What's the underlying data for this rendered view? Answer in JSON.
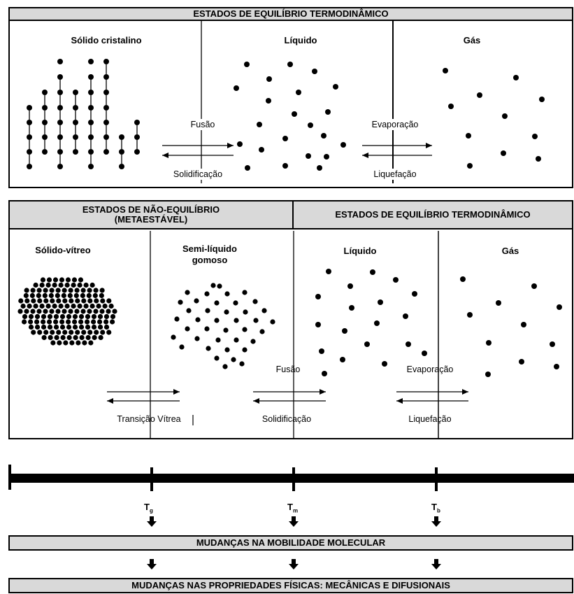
{
  "panel1": {
    "header": "ESTADOS DE EQUILÍBRIO TERMODINÂMICO",
    "states": [
      "Sólido cristalino",
      "Líquido",
      "Gás"
    ],
    "transition1": {
      "forward": "Fusão",
      "backward": "Solidificação"
    },
    "transition2": {
      "forward": "Evaporação",
      "backward": "Liquefação"
    }
  },
  "panel2": {
    "header_left_line1": "ESTADOS DE NÃO-EQUILÍBRIO",
    "header_left_line2": "(METAESTÁVEL)",
    "header_right": "ESTADOS DE EQUILÍBRIO TERMODINÂMICO",
    "states": [
      "Sólido-vítreo",
      "Semi-líquido",
      "gomoso",
      "Líquido",
      "Gás"
    ],
    "transition_glass": "Transição Vítrea",
    "transition_melt": {
      "forward": "Fusão",
      "backward": "Solidificação"
    },
    "transition_boil": {
      "forward": "Evaporação",
      "backward": "Liquefação"
    }
  },
  "axis": {
    "ticks": [
      {
        "main": "T",
        "sub": "g"
      },
      {
        "main": "T",
        "sub": "m"
      },
      {
        "main": "T",
        "sub": "b"
      }
    ]
  },
  "bottom": {
    "bar1": "MUDANÇAS NA MOBILIDADE MOLECULAR",
    "bar2": "MUDANÇAS NAS PROPRIEDADES FÍSICAS: MECÂNICAS E DIFUSIONAIS"
  }
}
